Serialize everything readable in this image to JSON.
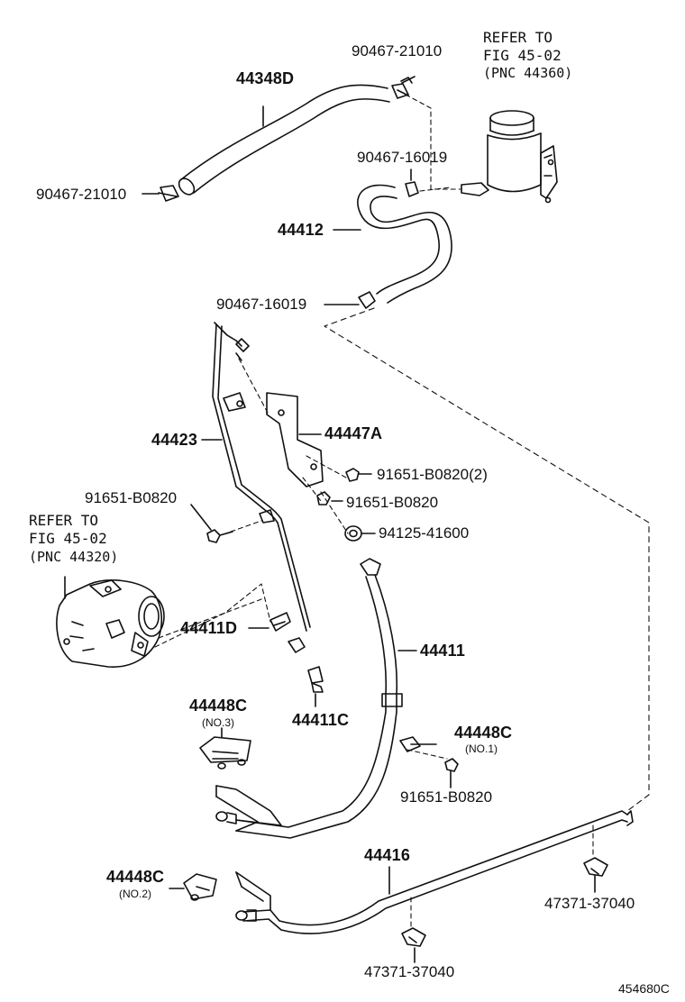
{
  "refs": {
    "reservoir_refer": "REFER TO",
    "reservoir_fig": "FIG 45-02",
    "reservoir_pnc": "(PNC 44360)",
    "pump_refer": "REFER TO",
    "pump_fig": "FIG 45-02",
    "pump_pnc": "(PNC 44320)"
  },
  "labels": {
    "p44348D": "44348D",
    "p90467_21010_top": "90467-21010",
    "p90467_21010_left": "90467-21010",
    "p90467_16019_a": "90467-16019",
    "p44412": "44412",
    "p90467_16019_b": "90467-16019",
    "p44447A": "44447A",
    "p44423": "44423",
    "p91651_B0820_2": "91651-B0820(2)",
    "p91651_B0820_mid": "91651-B0820",
    "p91651_B0820_left": "91651-B0820",
    "p94125_41600": "94125-41600",
    "p44411D": "44411D",
    "p44411": "44411",
    "p44411C": "44411C",
    "p44448C_no3": "44448C",
    "no3": "(NO.3)",
    "p44448C_no1": "44448C",
    "no1": "(NO.1)",
    "p91651_B0820_low": "91651-B0820",
    "p44416": "44416",
    "p44448C_no2": "44448C",
    "no2": "(NO.2)",
    "p47371_37040_right": "47371-37040",
    "p47371_37040_bottom": "47371-37040"
  },
  "figure_id": "454680C"
}
